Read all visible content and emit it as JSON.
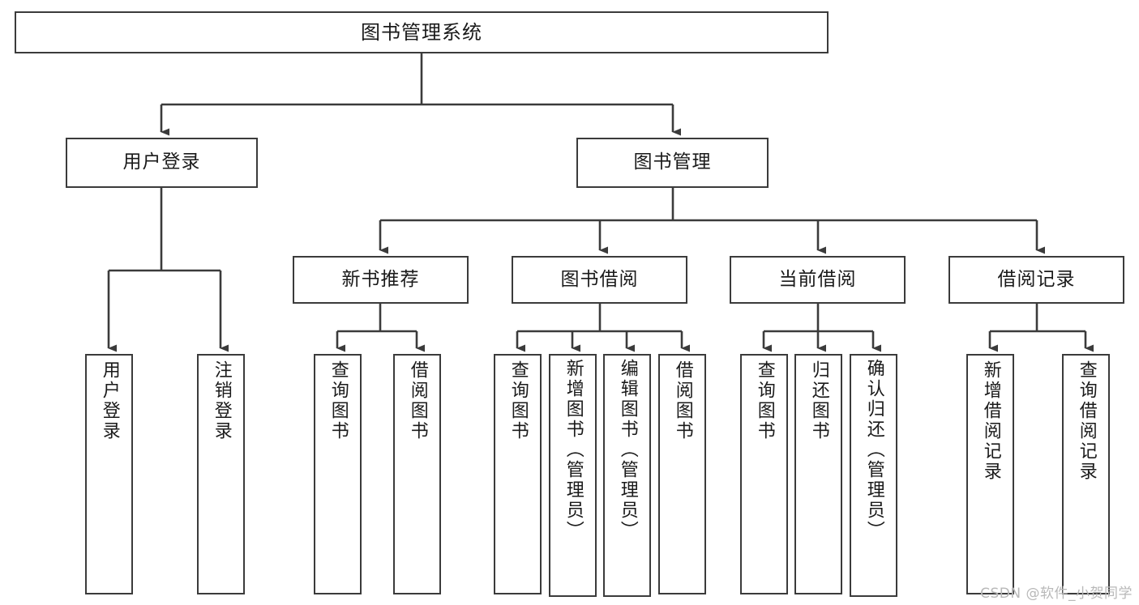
{
  "diagram": {
    "title": "图书管理系统",
    "type": "hierarchy-tree",
    "root": {
      "label": "图书管理系统"
    },
    "level2": [
      {
        "label": "用户登录"
      },
      {
        "label": "图书管理"
      }
    ],
    "level3": [
      {
        "label": "新书推荐"
      },
      {
        "label": "图书借阅"
      },
      {
        "label": "当前借阅"
      },
      {
        "label": "借阅记录"
      }
    ],
    "leaves": {
      "user_login": [
        {
          "label": "用户登录"
        },
        {
          "label": "注销登录"
        }
      ],
      "new_book_recommend": [
        {
          "label": "查询图书"
        },
        {
          "label": "借阅图书"
        }
      ],
      "book_borrow": [
        {
          "label": "查询图书"
        },
        {
          "label": "新增图书（管理员）"
        },
        {
          "label": "编辑图书（管理员）"
        },
        {
          "label": "借阅图书"
        }
      ],
      "current_borrow": [
        {
          "label": "查询图书"
        },
        {
          "label": "归还图书"
        },
        {
          "label": "确认归还（管理员）"
        }
      ],
      "borrow_record": [
        {
          "label": "新增借阅记录"
        },
        {
          "label": "查询借阅记录"
        }
      ]
    }
  },
  "watermark": {
    "text": "CSDN @软件_小贺同学"
  },
  "colors": {
    "border": "#3b3b3b",
    "background": "#ffffff",
    "text": "#1a1a1a",
    "watermark": "#b8b8b8"
  }
}
